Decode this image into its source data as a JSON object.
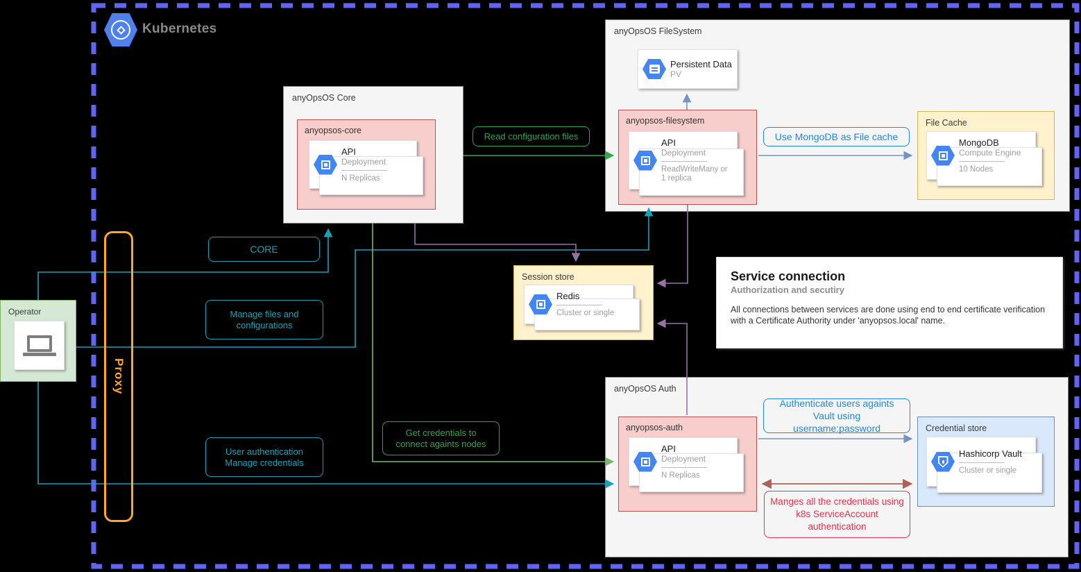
{
  "cluster": {
    "title": "Kubernetes"
  },
  "proxy": {
    "label": "Proxy"
  },
  "operator": {
    "label": "Operator"
  },
  "core": {
    "label": "anyOpsOS Core",
    "pod": {
      "name": "anyopsos-core",
      "title": "API",
      "subtitle": "Deployment",
      "detail": "N Replicas"
    }
  },
  "filesystem": {
    "label": "anyOpsOS FileSystem",
    "pv": {
      "title": "Persistent Data",
      "subtitle": "PV"
    },
    "pod": {
      "name": "anyopsos-filesystem",
      "title": "API",
      "subtitle": "Deployment",
      "detail": "ReadWriteMany or 1 replica"
    },
    "cache": {
      "label": "File Cache",
      "title": "MongoDB",
      "subtitle": "Compute Engine",
      "detail": "10 Nodes"
    }
  },
  "session": {
    "label": "Session store",
    "title": "Redis",
    "detail": "Cluster or single"
  },
  "auth": {
    "label": "anyOpsOS Auth",
    "pod": {
      "name": "anyopsos-auth",
      "title": "API",
      "subtitle": "Deployment",
      "detail": "N Replicas"
    },
    "cred": {
      "label": "Credential store",
      "title": "Hashicorp Vault",
      "detail": "Cluster or single"
    }
  },
  "note": {
    "title": "Service connection",
    "subtitle": "Authorization and secutiry",
    "body": "All connections between services are done using end to end certificate verification with a Certificate Authority under 'anyopsos.local' name."
  },
  "edges": {
    "core_badge": "CORE",
    "manage_files": "Manage files and configurations",
    "user_auth": "User authentication Manage credentials",
    "read_config": "Read configuration files",
    "get_credentials": "Get credentials to connect againts nodes",
    "use_mongo": "Use MongoDB as File cache",
    "auth_vault": "Authenticate users againts Vault using username:password",
    "manage_creds": "Manges all the credentials using k8s ServiceAccount authentication"
  },
  "colors": {
    "cluster_border": "#6163f2",
    "teal_line": "#17a2b8",
    "purple_line": "#9673a6",
    "green_bright": "#33a852",
    "green_soft": "#7cb56b",
    "steel_blue": "#7593c6",
    "red_arrow": "#b0605a",
    "label_blue": "#1e88e5",
    "label_red": "#e8344e",
    "proxy_orange": "#ffa726",
    "pod_bg": "#f8cecc",
    "pod_border": "#b85450",
    "store_yellow_bg": "#fff2cc",
    "store_yellow_border": "#d6b656",
    "cred_bg": "#dae8fc",
    "cred_border": "#6c8ebf",
    "operator_bg": "#d5e8d4",
    "operator_border": "#82b366",
    "container_bg": "#f5f5f5",
    "gcp_blue": "#4285f4",
    "k8s_blue": "#4e80ee"
  }
}
